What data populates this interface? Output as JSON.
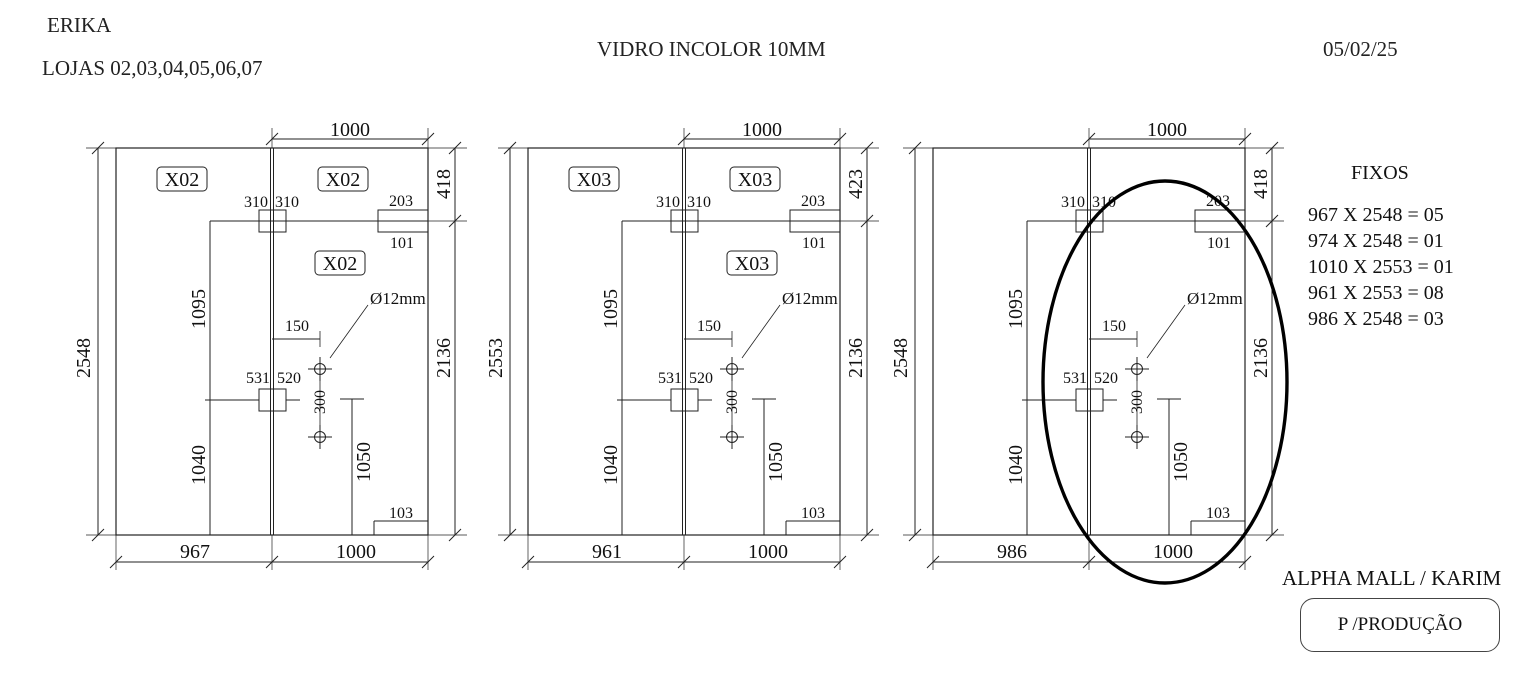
{
  "header": {
    "client": "ERIKA",
    "stores": "LOJAS  02,03,04,05,06,07",
    "title": "VIDRO INCOLOR 10MM",
    "date": "05/02/25"
  },
  "panels": [
    {
      "tag": "X02",
      "height": "2548",
      "top_width": "1000",
      "left_width": "967",
      "bottom_right_width": "1000",
      "top_right_dim": "418",
      "right_height": "2136",
      "d203": "203",
      "d101": "101",
      "d310a": "310",
      "d310b": "310",
      "d1095": "1095",
      "d1040": "1040",
      "d1050": "1050",
      "d150": "150",
      "d531": "531",
      "d520": "520",
      "d300": "300",
      "d103": "103",
      "hole": "Ø12mm"
    },
    {
      "tag": "X03",
      "height": "2553",
      "top_width": "1000",
      "left_width": "961",
      "bottom_right_width": "1000",
      "top_right_dim": "423",
      "right_height": "2136",
      "d203": "203",
      "d101": "101",
      "d310a": "310",
      "d310b": "310",
      "d1095": "1095",
      "d1040": "1040",
      "d1050": "1050",
      "d150": "150",
      "d531": "531",
      "d520": "520",
      "d300": "300",
      "d103": "103",
      "hole": "Ø12mm"
    },
    {
      "tag": "",
      "height": "2548",
      "top_width": "1000",
      "left_width": "986",
      "bottom_right_width": "1000",
      "top_right_dim": "418",
      "right_height": "2136",
      "d203": "203",
      "d101": "101",
      "d310a": "310",
      "d310b": "310",
      "d1095": "1095",
      "d1040": "1040",
      "d1050": "1050",
      "d150": "150",
      "d531": "531",
      "d520": "520",
      "d300": "300",
      "d103": "103",
      "hole": "Ø12mm"
    }
  ],
  "fixos": {
    "title": "FIXOS",
    "items": [
      "967 X 2548 = 05",
      "974 X 2548 = 01",
      "1010 X 2553 = 01",
      "961 X 2553 = 08",
      "986 X 2548 = 03"
    ]
  },
  "footer": {
    "client_label": "ALPHA MALL / KARIM",
    "production_label": "P /PRODUÇÃO"
  }
}
